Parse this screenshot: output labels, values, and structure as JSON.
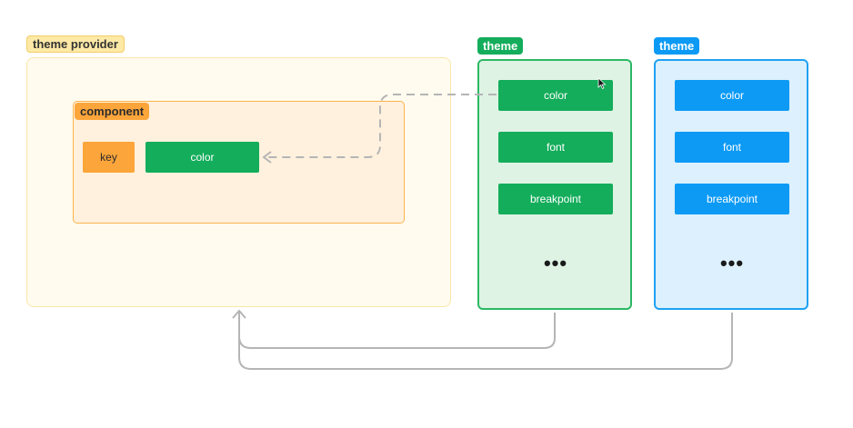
{
  "provider": {
    "label": "theme provider"
  },
  "component": {
    "label": "component",
    "key_label": "key",
    "value_label": "color"
  },
  "themes": [
    {
      "label": "theme",
      "color": "#14ad5b",
      "items": [
        "color",
        "font",
        "breakpoint"
      ],
      "more": "•••"
    },
    {
      "label": "theme",
      "color": "#0c9af5",
      "items": [
        "color",
        "font",
        "breakpoint"
      ],
      "more": "•••"
    }
  ],
  "colors": {
    "provider_fill": "#fffbee",
    "component_accent": "#fca53a",
    "connector": "#b5b5b5"
  }
}
